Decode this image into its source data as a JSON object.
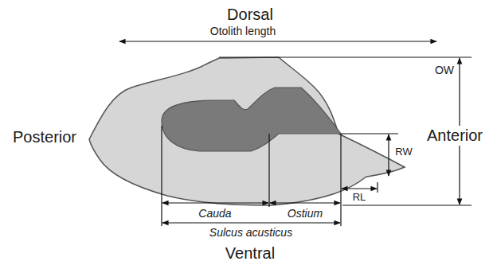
{
  "diagram": {
    "labels": [
      "Dorsal",
      "Otolith length",
      "OW",
      "Anterior",
      "Posterior",
      "RW",
      "RL",
      "Cauda",
      "Ostium",
      "Sulcus acusticus",
      "Ventral"
    ]
  }
}
